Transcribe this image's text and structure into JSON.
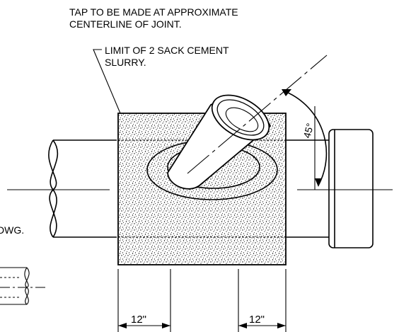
{
  "notes": {
    "tap_line1": "TAP TO BE MADE AT APPROXIMATE",
    "tap_line2": "CENTERLINE OF JOINT.",
    "limit_line1": "LIMIT OF 2 SACK CEMENT",
    "limit_line2": "SLURRY.",
    "angle": "45°",
    "dim_left": "12\"",
    "dim_right": "12\"",
    "partial_ref": "DWG."
  }
}
